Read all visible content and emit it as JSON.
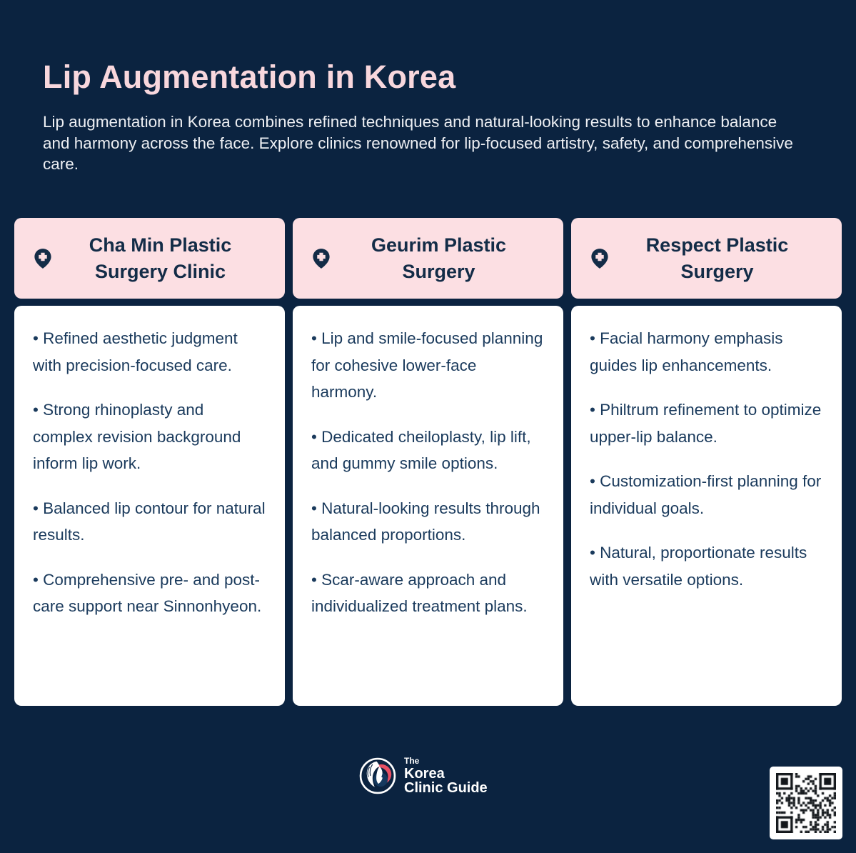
{
  "page": {
    "title": "Lip Augmentation in Korea",
    "subtitle": "Lip augmentation in Korea combines refined techniques and natural-looking results to enhance balance and harmony across the face. Explore clinics renowned for lip-focused artistry, safety, and comprehensive care."
  },
  "colors": {
    "background": "#0b2340",
    "header_card": "#fcdfe3",
    "title_pink": "#f8d7dd",
    "subtitle_white": "#edeff3",
    "navy_text": "#132c47",
    "body_text": "#1a3a5c",
    "card_white": "#ffffff",
    "accent_red": "#e84f63"
  },
  "clinics": [
    {
      "name": "Cha Min Plastic Surgery Clinic",
      "icon": "map-pin-medical-icon",
      "bullets": [
        "Refined aesthetic judgment with precision-focused care.",
        "Strong rhinoplasty and complex revision background inform lip work.",
        "Balanced lip contour for natural results.",
        "Comprehensive pre- and post-care support near Sinnonhyeon."
      ]
    },
    {
      "name": "Geurim Plastic Surgery",
      "icon": "map-pin-medical-icon",
      "bullets": [
        "Lip and smile-focused planning for cohesive lower-face harmony.",
        "Dedicated cheiloplasty, lip lift, and gummy smile options.",
        "Natural-looking results through balanced proportions.",
        "Scar-aware approach and individualized treatment plans."
      ]
    },
    {
      "name": "Respect Plastic Surgery",
      "icon": "map-pin-medical-icon",
      "bullets": [
        "Facial harmony emphasis guides lip enhancements.",
        "Philtrum refinement to optimize upper-lip balance.",
        "Customization-first planning for individual goals.",
        "Natural, proportionate results with versatile options."
      ]
    }
  ],
  "footer": {
    "logo": {
      "line1": "The",
      "line2": "Korea",
      "line3": "Clinic Guide"
    },
    "qr": "qr-code"
  }
}
